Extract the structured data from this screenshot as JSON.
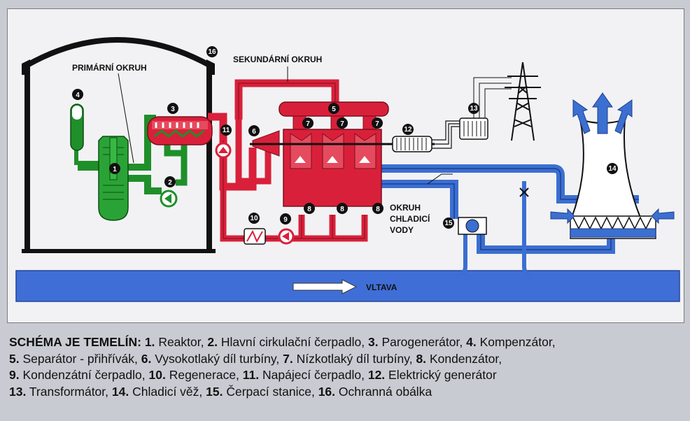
{
  "colors": {
    "primary": "#1f8f2a",
    "secondary": "#d9203a",
    "cooling": "#3b6fd1",
    "river": "#3f6fd6",
    "building": "#111111"
  },
  "labels": {
    "primarni_okruh": "PRIMÁRNÍ OKRUH",
    "sekundarni_okruh": "SEKUNDÁRNÍ OKRUH",
    "okruh_chladici_1": "OKRUH",
    "okruh_chladici_2": "CHLADICÍ",
    "okruh_chladici_3": "VODY",
    "river": "VLTAVA"
  },
  "badges": {
    "b1": "1",
    "b2": "2",
    "b3": "3",
    "b4": "4",
    "b5": "5",
    "b6": "6",
    "b7": "7",
    "b8": "8",
    "b9": "9",
    "b10": "10",
    "b11": "11",
    "b12": "12",
    "b13": "13",
    "b14": "14",
    "b15": "15",
    "b16": "16"
  },
  "legend": {
    "title": "SCHÉMA JE TEMELÍN:",
    "lines": [
      [
        {
          "n": "1.",
          "t": "Reaktor,"
        },
        {
          "n": "2.",
          "t": "Hlavní cirkulační čerpadlo,"
        },
        {
          "n": "3.",
          "t": "Parogenerátor,"
        },
        {
          "n": "4.",
          "t": "Kompenzátor,"
        }
      ],
      [
        {
          "n": "5.",
          "t": "Separátor - přihřívák,"
        },
        {
          "n": "6.",
          "t": "Vysokotlaký díl turbíny,"
        },
        {
          "n": "7.",
          "t": "Nízkotlaký díl turbíny,"
        },
        {
          "n": "8.",
          "t": "Kondenzátor,"
        }
      ],
      [
        {
          "n": "9.",
          "t": "Kondenzátní čerpadlo,"
        },
        {
          "n": "10.",
          "t": "Regenerace,"
        },
        {
          "n": "11.",
          "t": "Napájecí čerpadlo,"
        },
        {
          "n": "12.",
          "t": "Elektrický generátor"
        }
      ],
      [
        {
          "n": "13.",
          "t": "Transformátor,"
        },
        {
          "n": "14.",
          "t": "Chladicí věž,"
        },
        {
          "n": "15.",
          "t": "Čerpací stanice,"
        },
        {
          "n": "16.",
          "t": "Ochranná obálka"
        }
      ]
    ]
  }
}
